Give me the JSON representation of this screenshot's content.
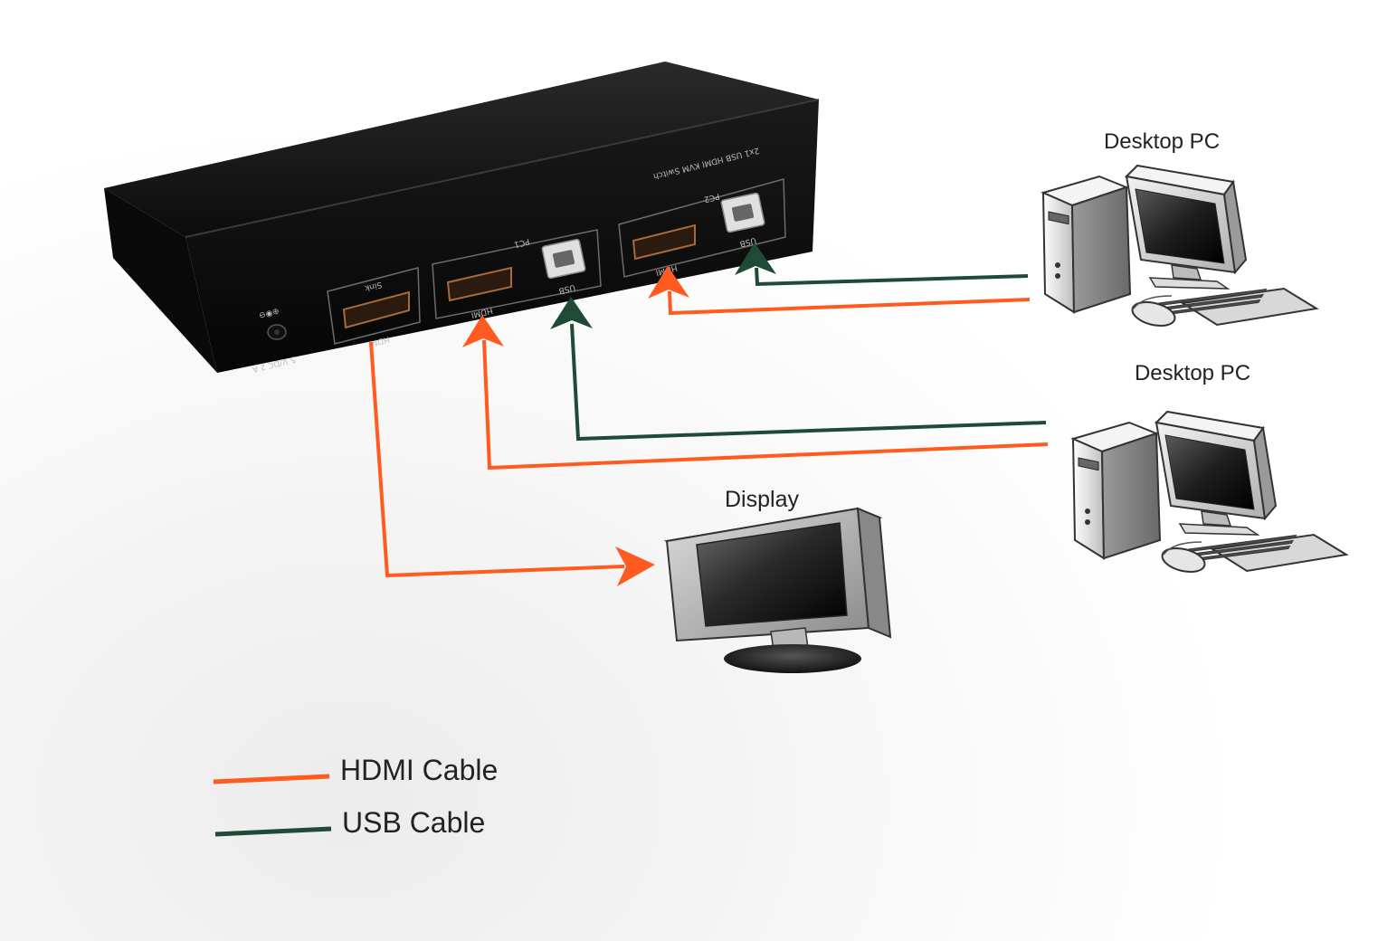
{
  "device": {
    "model_text": "2x1 USB HDMI KVM Switch",
    "power_label": "5 V/DC 2 A",
    "sink_group": "Sink",
    "pc1_group": "PC1",
    "pc2_group": "PC2",
    "hdmi_port_label": "HDMI",
    "usb_port_label": "USB"
  },
  "labels": {
    "pc_top": "Desktop PC",
    "pc_bottom": "Desktop PC",
    "display": "Display"
  },
  "legend": {
    "items": [
      {
        "label": "HDMI Cable",
        "color": "#ff5a1f"
      },
      {
        "label": "USB Cable",
        "color": "#1f4a36"
      }
    ]
  },
  "colors": {
    "hdmi": "#ff5a1f",
    "usb": "#1f4a36",
    "device_body": "#141414"
  },
  "icons": [
    "desktop-pc-icon",
    "display-monitor-icon",
    "kvm-switch-device"
  ]
}
